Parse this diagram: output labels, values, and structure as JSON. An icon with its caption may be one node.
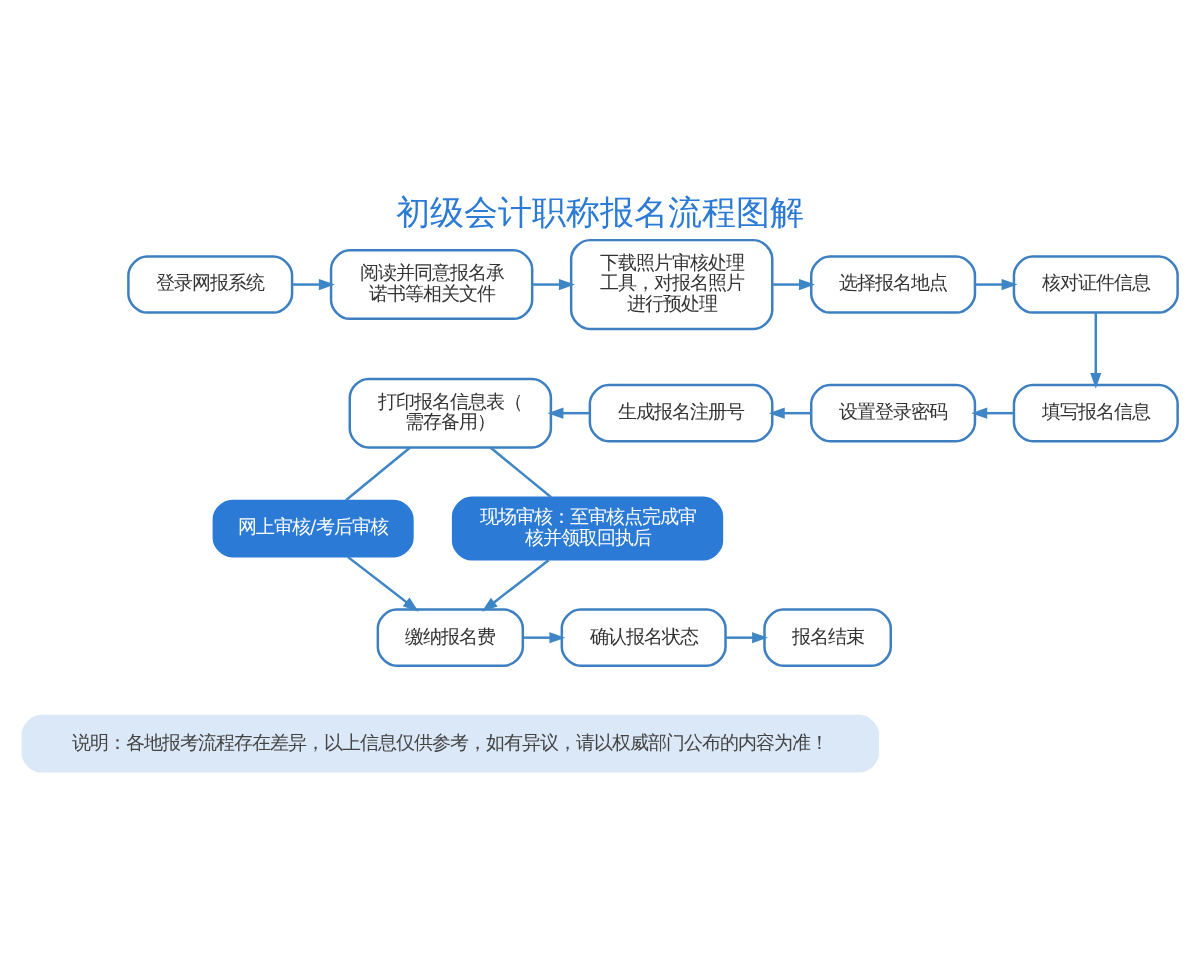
{
  "diagram": {
    "title": "初级会计职称报名流程图解",
    "nodes": [
      {
        "text": [
          "登录网报系统"
        ]
      },
      {
        "text": [
          "阅读并同意报名承诺书等相关文件"
        ]
      },
      {
        "text": [
          "下载照片审核处理工具，对报名照片进行预处理"
        ]
      },
      {
        "text": [
          "选择报名地点"
        ]
      },
      {
        "text": [
          "核对证件信息"
        ]
      },
      {
        "text": [
          "填写报名信息"
        ]
      },
      {
        "text": [
          "设置登录密码"
        ]
      },
      {
        "text": [
          "生成报名注册号"
        ]
      },
      {
        "text": [
          "打印报名信息表（需存备用）"
        ]
      },
      {
        "text": [
          "网上审核/考后审核"
        ]
      },
      {
        "text": [
          "现场审核：至审核点完成审核并领取回执后"
        ]
      },
      {
        "text": [
          "缴纳报名费"
        ]
      },
      {
        "text": [
          "确认报名状态"
        ]
      },
      {
        "text": [
          "报名结束"
        ]
      },
      {
        "text": [
          "说明：各地报考流程存在差异，以上信息仅供参考，如有异议，请以权威部门公布的内容为准！"
        ]
      }
    ],
    "edges": [
      {
        "from": 0,
        "to": 1,
        "arrow": "to"
      },
      {
        "from": 1,
        "to": 2,
        "arrow": "to"
      },
      {
        "from": 2,
        "to": 3,
        "arrow": "to"
      },
      {
        "from": 3,
        "to": 4,
        "arrow": "to"
      },
      {
        "from": 4,
        "to": 5,
        "arrow": "to"
      },
      {
        "from": 5,
        "to": 6,
        "arrow": "to"
      },
      {
        "from": 6,
        "to": 7,
        "arrow": "to"
      },
      {
        "from": 7,
        "to": 8,
        "arrow": "to"
      },
      {
        "from": 8,
        "to": 9,
        "arrow": "none"
      },
      {
        "from": 8,
        "to": 10,
        "arrow": "none"
      },
      {
        "from": 9,
        "to": 11,
        "arrow": "to"
      },
      {
        "from": 10,
        "to": 11,
        "arrow": "to"
      },
      {
        "from": 11,
        "to": 12,
        "arrow": "to"
      },
      {
        "from": 12,
        "to": 13,
        "arrow": "to"
      }
    ]
  }
}
